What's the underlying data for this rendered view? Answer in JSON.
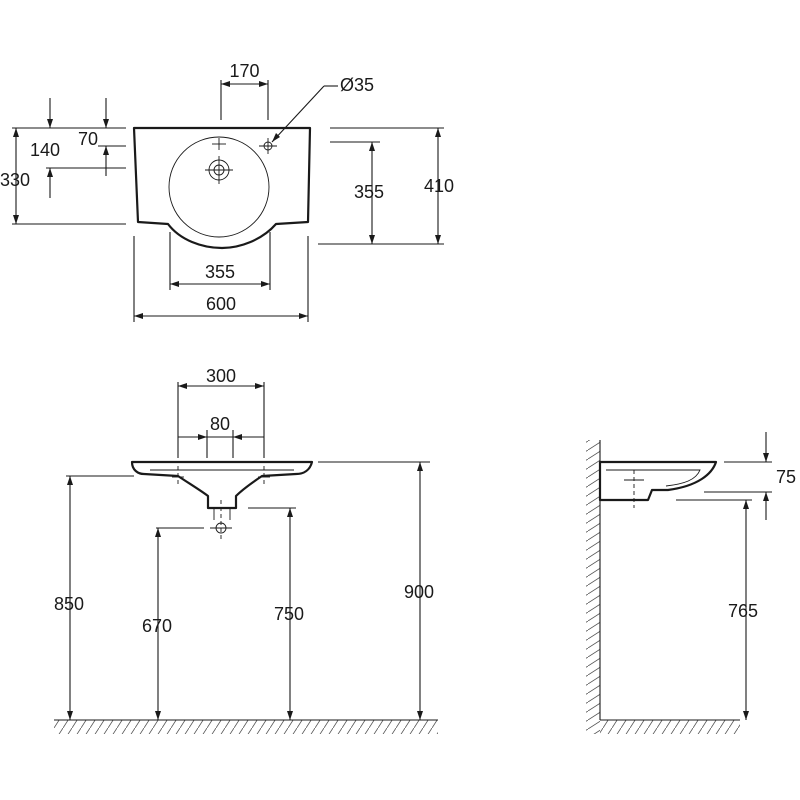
{
  "plan_view": {
    "hole_spacing": "170",
    "hole_diameter": "Ø35",
    "tap_offset": "70",
    "bowl_centre_depth": "140",
    "depth": "330",
    "bowl_width": "355",
    "bowl_depth": "355",
    "total_depth": "410",
    "total_width": "600"
  },
  "front_view": {
    "bracket_spacing": "300",
    "waste_spacing": "80",
    "rim_height": "850",
    "waste_height": "670",
    "underside_height": "750",
    "top_height": "900"
  },
  "side_view": {
    "basin_height": "75",
    "underside_height": "765"
  }
}
